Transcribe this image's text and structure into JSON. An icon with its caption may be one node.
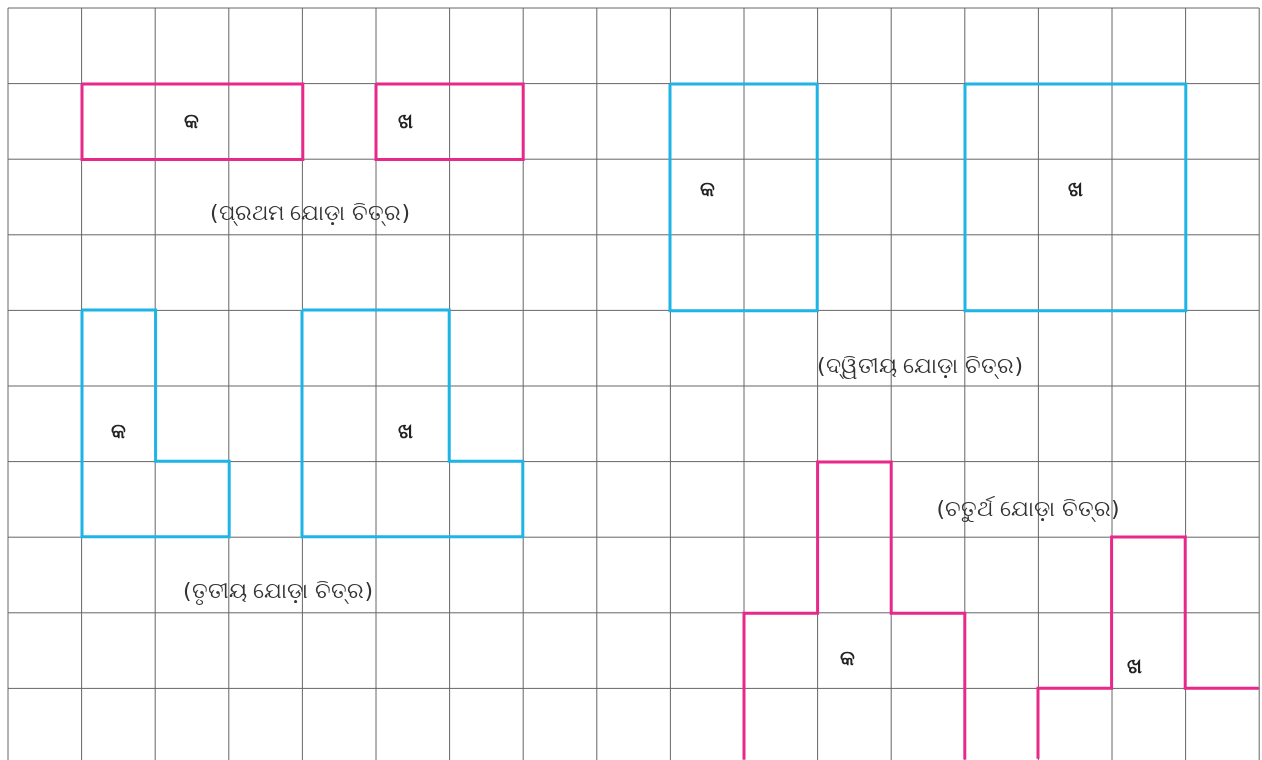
{
  "diagram": {
    "nodes": [
      {
        "text": [
          "କ"
        ]
      },
      {
        "text": [
          "ଖ"
        ]
      },
      {
        "text": [
          "କ"
        ]
      },
      {
        "text": [
          "ଖ"
        ]
      },
      {
        "text": [
          "କ"
        ]
      },
      {
        "text": [
          "ଖ"
        ]
      },
      {
        "text": [
          "କ"
        ]
      },
      {
        "text": [
          "ଖ"
        ]
      }
    ],
    "labels": [
      "(ପ୍ରଥମ ଯୋଡ଼ା ଚିତ୍ର)",
      "(ଦ୍ୱିତୀୟ ଯୋଡ଼ା ଚିତ୍ର)",
      "(ତୃତୀୟ ଯୋଡ଼ା ଚିତ୍ର)",
      "(ଚତୁର୍ଥ ଯୋଡ଼ା ଚିତ୍ର)"
    ]
  }
}
